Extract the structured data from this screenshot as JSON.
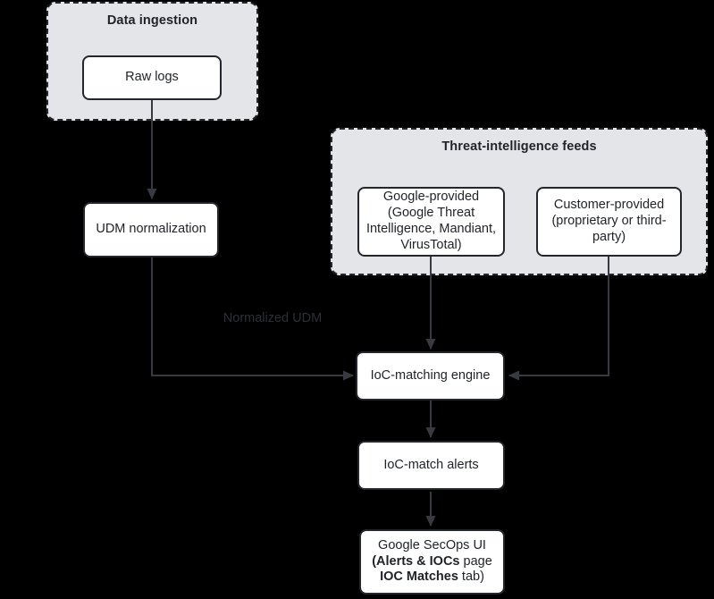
{
  "canvas": {
    "background": "#000000"
  },
  "colors": {
    "group_fill": "#e3e5e8",
    "group_border": "#23262b",
    "node_fill": "#ffffff",
    "node_border": "#23262b",
    "node_text": "#1f2227",
    "connector": "#373a40",
    "edge_label_text": "#2b3038"
  },
  "groups": {
    "data_ingestion": {
      "title": "Data ingestion"
    },
    "threat_intel_feeds": {
      "title": "Threat-intelligence feeds"
    }
  },
  "nodes": {
    "raw_logs": {
      "label": "Raw logs"
    },
    "udm_normalization": {
      "label": "UDM normalization"
    },
    "google_provided": {
      "lines": [
        "Google-provided",
        "(Google Threat",
        "Intelligence, Mandiant,",
        "VirusTotal)"
      ]
    },
    "customer_provided": {
      "lines": [
        "Customer-provided",
        "(proprietary or third-",
        "party)"
      ]
    },
    "ioc_matching_engine": {
      "label": "IoC-matching engine"
    },
    "ioc_match_alerts": {
      "label": "IoC-match alerts"
    },
    "secops_ui": {
      "line1": "Google SecOps UI",
      "line2_bold": "(Alerts & IOCs",
      "line2_regular": " page",
      "line3_bold": "IOC Matches",
      "line3_regular": " tab)"
    }
  },
  "edge_labels": {
    "normalized_udm": "Normalized UDM"
  }
}
